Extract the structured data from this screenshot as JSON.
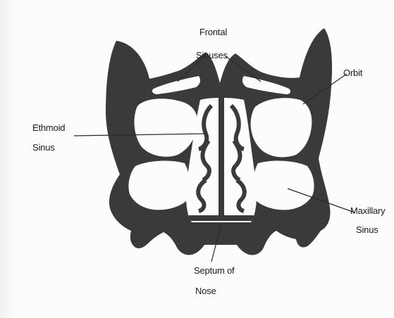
{
  "labels": {
    "frontal": {
      "line1": "Frontal",
      "line2": "Sinuses"
    },
    "orbit": {
      "line1": "Orbit"
    },
    "ethmoid": {
      "line1": "Ethmoid",
      "line2": "Sinus"
    },
    "maxillary": {
      "line1": "Maxillary",
      "line2": "Sinus"
    },
    "septum": {
      "line1": "Septum of",
      "line2": "Nose"
    }
  },
  "colors": {
    "bone": "#3a3a3a",
    "cavity": "#fcfcfc",
    "leader": "#2a2a2a",
    "text": "#1a1a1a"
  }
}
